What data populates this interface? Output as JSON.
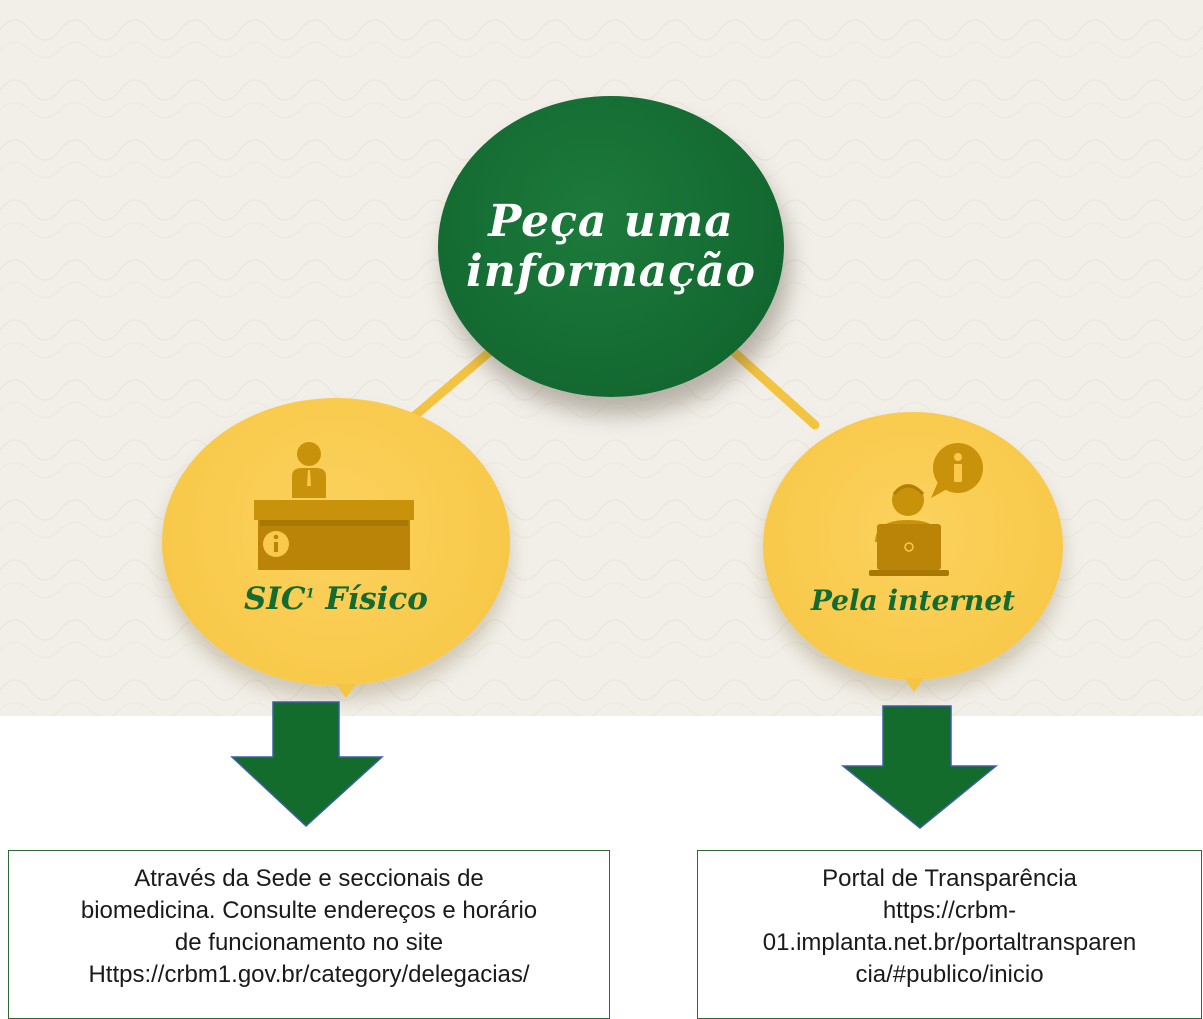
{
  "center_node": {
    "line1": "Peça uma",
    "line2": "informação"
  },
  "left_node": {
    "label": "SIC",
    "footnote_mark": "1",
    "label_suffix": "Físico",
    "icon": "desk-info-icon"
  },
  "right_node": {
    "label": "Pela internet",
    "icon": "laptop-user-info-icon"
  },
  "left_box": {
    "lines": [
      "Através da Sede e seccionais de",
      "biomedicina. Consulte endereços e horário",
      "de funcionamento no site",
      "Https://crbm1.gov.br/category/delegacias/"
    ]
  },
  "right_box": {
    "lines": [
      "Portal de Transparência",
      "https://crbm-",
      "01.implanta.net.br/portaltransparen",
      "cia/#publico/inicio"
    ]
  },
  "colors": {
    "green": "#146b32",
    "yellow": "#f8c94a",
    "icon_brown": "#c8930a",
    "arrow_green": "#136b2c",
    "background": "#f2efe9"
  }
}
